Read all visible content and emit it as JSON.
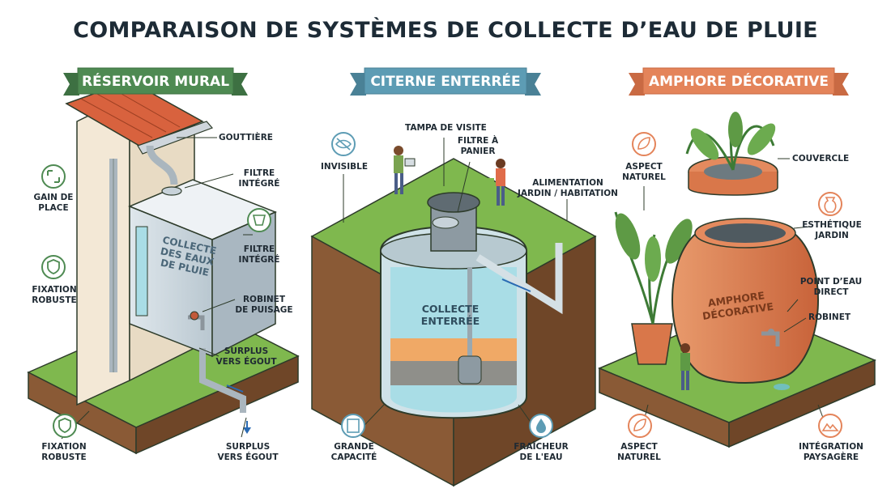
{
  "title": "COMPARAISON DE SYSTÈMES DE COLLECTE D’EAU DE PLUIE",
  "colors": {
    "green": "#4e8a52",
    "blue": "#5d9cb4",
    "orange": "#e4845a",
    "grass": "#7fb84e",
    "soil": "#8a5a36",
    "water": "#a9dde6",
    "terracotta": "#d9774a"
  },
  "panels": [
    {
      "name": "RÉSERVOIR MURAL",
      "tank_text": "COLLECTE\nDES EAUX\nDE PLUIE",
      "labels": {
        "gutter": "GOUTTIÈRE",
        "filter1": "FILTRE\nINTÉGRÉ",
        "space": "GAIN DE\nPLACE",
        "filter2": "FILTRE\nINTÉGRÉ",
        "fixing": "FIXATION\nROBUSTE",
        "tap": "ROBINET\nDE PUISAGE",
        "overflow1": "SURPLUS\nVERS ÉGOUT",
        "fixing_bottom": "FIXATION\nROBUSTE",
        "overflow_bottom": "SURPLUS\nVERS ÉGOUT"
      },
      "icons": [
        "expand-icon",
        "shield-icon",
        "filter-icon",
        "shield-icon"
      ]
    },
    {
      "name": "CITERNE ENTERRÉE",
      "tank_text": "COLLECTE\nENTERRÉE",
      "labels": {
        "hatch": "TAMPA DE VISITE",
        "basket": "FILTRE À\nPANIER",
        "invisible": "INVISIBLE",
        "supply": "ALIMENTATION\nJARDIN / HABITATION",
        "capacity": "GRANDE\nCAPACITÉ",
        "freshness": "FRAÎCHEUR\nDE L'EAU"
      },
      "icons": [
        "eye-off-icon",
        "tank-icon",
        "water-drop-icon"
      ]
    },
    {
      "name": "AMPHORE DÉCORATIVE",
      "tank_text": "AMPHORE\nDÉCORATIVE",
      "labels": {
        "natural": "ASPECT\nNATUREL",
        "lid": "COUVERCLE",
        "aesthetic": "ESTHÉTIQUE\nJARDIN",
        "point": "POINT D’EAU\nDIRECT",
        "tap": "ROBINET",
        "natural_bottom": "ASPECT\nNATUREL",
        "integration": "INTÉGRATION\nPAYSAGÈRE"
      },
      "icons": [
        "leaf-icon",
        "vase-icon",
        "leaf-icon",
        "landscape-icon"
      ]
    }
  ]
}
